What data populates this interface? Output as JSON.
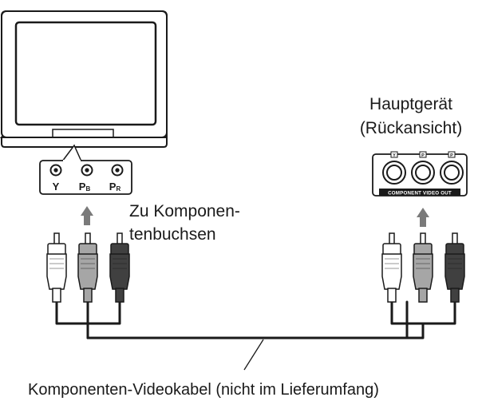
{
  "tv": {
    "jacks": [
      {
        "label": "Y",
        "sub": ""
      },
      {
        "label": "P",
        "sub": "B"
      },
      {
        "label": "P",
        "sub": "R"
      }
    ],
    "caption_line1": "Zu Komponen-",
    "caption_line2": "tenbuchsen"
  },
  "main_unit": {
    "title_line1": "Hauptgerät",
    "title_line2": "(Rückansicht)",
    "panel_label": "COMPONENT VIDEO OUT",
    "jack_tabs": [
      "Y",
      "P",
      "P"
    ]
  },
  "cable": {
    "caption": "Komponenten-Videokabel (nicht im Lieferumfang)"
  },
  "colors": {
    "plug_white": "#ffffff",
    "plug_mid": "#a6a6a6",
    "plug_dark": "#404040",
    "arrow": "#7a7a7a",
    "outline": "#1a1a1a"
  }
}
